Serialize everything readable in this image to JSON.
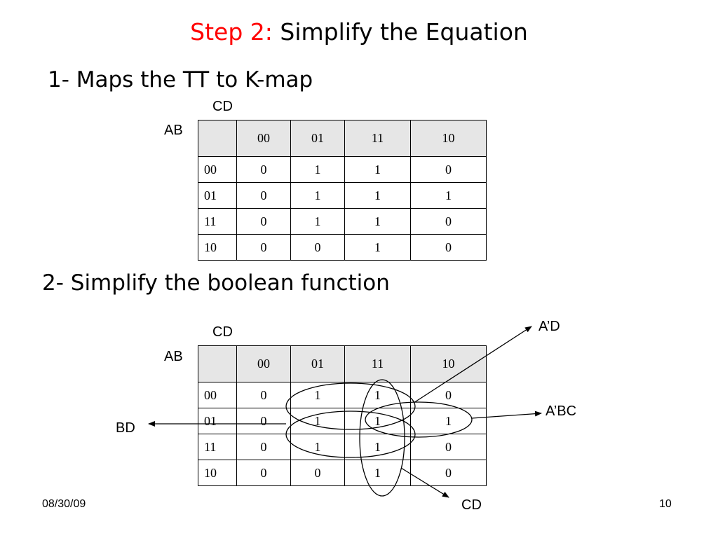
{
  "title": {
    "step": "Step 2:",
    "text": "Simplify the Equation"
  },
  "section1": {
    "heading": "1- Maps the TT to K-map"
  },
  "section2": {
    "heading": "2- Simplify the boolean function"
  },
  "kmap": {
    "col_var": "CD",
    "row_var": "AB",
    "col_headers": [
      "00",
      "01",
      "11",
      "10"
    ],
    "rows": [
      {
        "label": "00",
        "cells": [
          "0",
          "1",
          "1",
          "0"
        ]
      },
      {
        "label": "01",
        "cells": [
          "0",
          "1",
          "1",
          "1"
        ]
      },
      {
        "label": "11",
        "cells": [
          "0",
          "1",
          "1",
          "0"
        ]
      },
      {
        "label": "10",
        "cells": [
          "0",
          "0",
          "1",
          "0"
        ]
      }
    ]
  },
  "groups": {
    "a_not_d": "A’D",
    "a_not_bc": "A’BC",
    "bd": "BD",
    "cd": "CD"
  },
  "footer": {
    "date": "08/30/09",
    "page": "10"
  }
}
